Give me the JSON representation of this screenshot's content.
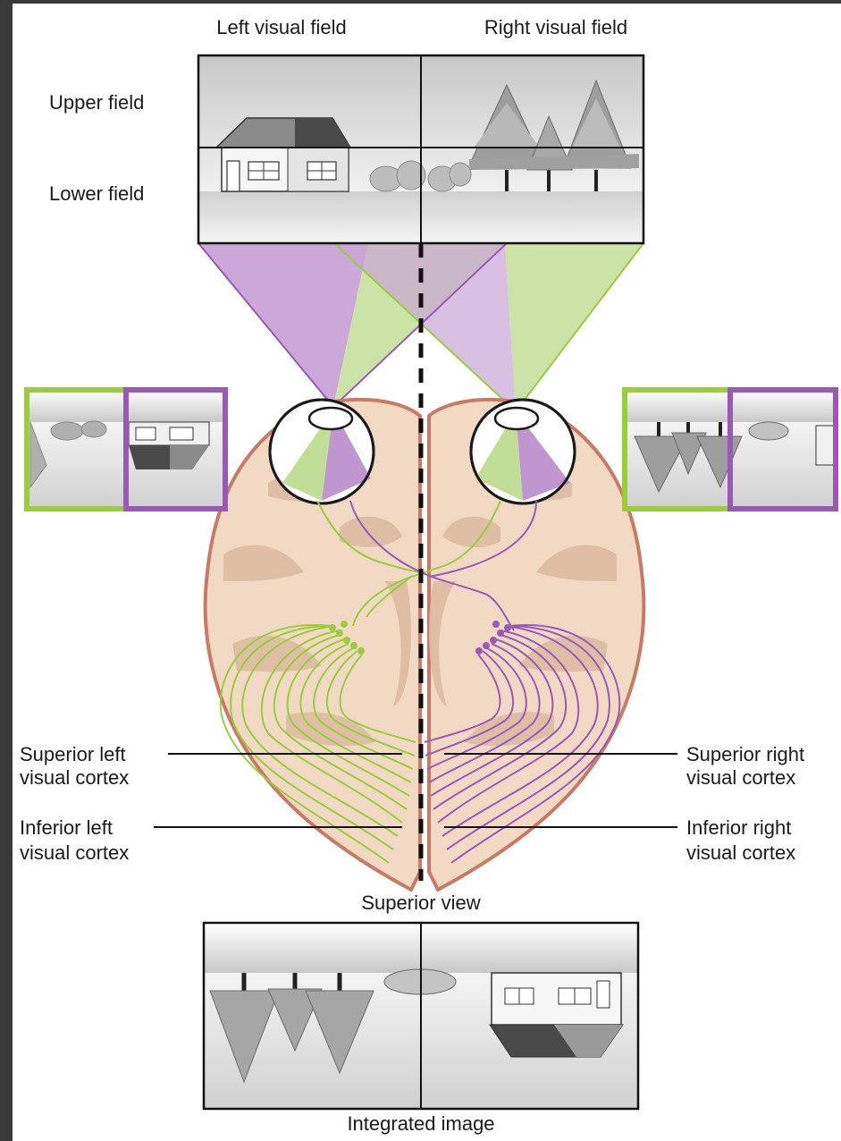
{
  "labels": {
    "left_visual_field": "Left visual field",
    "right_visual_field": "Right visual field",
    "upper_field": "Upper field",
    "lower_field": "Lower field",
    "superior_left_l1": "Superior left",
    "superior_left_l2": "visual cortex",
    "superior_right_l1": "Superior right",
    "superior_right_l2": "visual cortex",
    "inferior_left_l1": "Inferior left",
    "inferior_left_l2": "visual cortex",
    "inferior_right_l1": "Inferior right",
    "inferior_right_l2": "visual cortex",
    "superior_view": "Superior view",
    "integrated_image": "Integrated image"
  },
  "colors": {
    "left_pathway": "#9ACD3C",
    "right_pathway": "#9B59B6",
    "brain_fill": "#F2D9C4",
    "brain_outline": "#C97A66",
    "brain_shade": "#D9B8A0",
    "background": "#FFFFFF",
    "frame": "#3A3A3A"
  }
}
